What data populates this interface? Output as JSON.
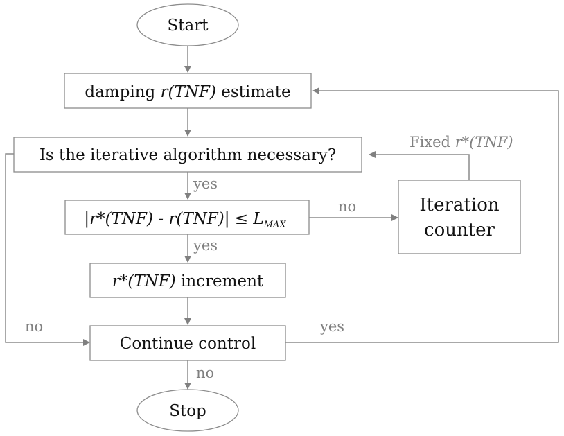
{
  "nodes": {
    "start": "Start",
    "estimate": {
      "pre": "damping ",
      "ital": "r(TNF)",
      "post": " estimate"
    },
    "necessary": "Is the iterative algorithm necessary?",
    "condition": {
      "part1": "|r*(TNF) - r(TNF)| ≤  L",
      "sub": "MAX"
    },
    "increment": {
      "ital": "r*(TNF)",
      "post": " increment"
    },
    "counter": {
      "line1": "Iteration",
      "line2": "counter"
    },
    "continue": "Continue control",
    "stop": "Stop"
  },
  "edge_labels": {
    "necessary_yes": "yes",
    "condition_no": "no",
    "condition_yes": "yes",
    "necessary_no": "no",
    "continue_yes": "yes",
    "continue_no": "no",
    "fixed_pre": "Fixed ",
    "fixed_ital": "r*(TNF)"
  },
  "colors": {
    "edge": "#8c8c8c",
    "label": "#808080",
    "text": "#111111",
    "fill": "#ffffff"
  }
}
